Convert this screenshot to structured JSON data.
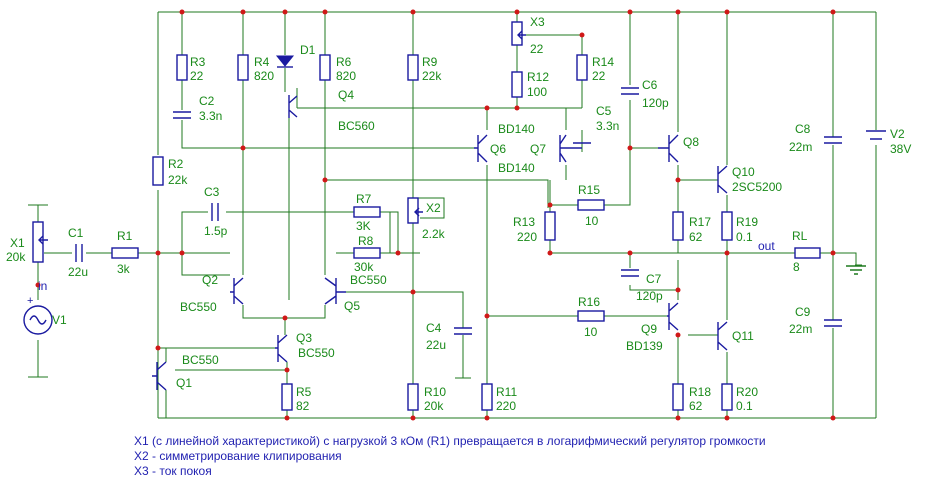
{
  "components": {
    "X1": {
      "ref": "X1",
      "value": "20k"
    },
    "V1": {
      "ref": "V1"
    },
    "C1": {
      "ref": "C1",
      "value": "22u"
    },
    "R1": {
      "ref": "R1",
      "value": "3k"
    },
    "R2": {
      "ref": "R2",
      "value": "22k"
    },
    "R3": {
      "ref": "R3",
      "value": "22"
    },
    "C2": {
      "ref": "C2",
      "value": "3.3n"
    },
    "R4": {
      "ref": "R4",
      "value": "820"
    },
    "D1": {
      "ref": "D1"
    },
    "R6": {
      "ref": "R6",
      "value": "820"
    },
    "Q4": {
      "ref": "Q4",
      "value": "BC560"
    },
    "R9": {
      "ref": "R9",
      "value": "22k"
    },
    "X3": {
      "ref": "X3",
      "value": "22"
    },
    "R12": {
      "ref": "R12",
      "value": "100"
    },
    "R14": {
      "ref": "R14",
      "value": "22"
    },
    "C5": {
      "ref": "C5",
      "value": "3.3n"
    },
    "C6": {
      "ref": "C6",
      "value": "120p"
    },
    "Q6": {
      "ref": "Q6",
      "value": "BD140"
    },
    "Q7": {
      "ref": "Q7",
      "value": "BD140"
    },
    "Q8": {
      "ref": "Q8"
    },
    "Q10": {
      "ref": "Q10",
      "value": "2SC5200"
    },
    "C8": {
      "ref": "C8",
      "value": "22m"
    },
    "V2": {
      "ref": "V2",
      "value": "38V"
    },
    "C3": {
      "ref": "C3",
      "value": "1.5p"
    },
    "R7": {
      "ref": "R7",
      "value": "3K"
    },
    "R8": {
      "ref": "R8",
      "value": "30k"
    },
    "X2": {
      "ref": "X2",
      "value": "2.2k"
    },
    "R15": {
      "ref": "R15",
      "value": "10"
    },
    "R13": {
      "ref": "R13",
      "value": "220"
    },
    "R17": {
      "ref": "R17",
      "value": "62"
    },
    "R19": {
      "ref": "R19",
      "value": "0.1"
    },
    "RL": {
      "ref": "RL",
      "value": "8"
    },
    "Q2": {
      "ref": "Q2",
      "value": "BC550"
    },
    "Q5": {
      "ref": "Q5",
      "value": "BC550"
    },
    "C7": {
      "ref": "C7",
      "value": "120p"
    },
    "R16": {
      "ref": "R16",
      "value": "10"
    },
    "Q9": {
      "ref": "Q9",
      "value": "BD139"
    },
    "Q11": {
      "ref": "Q11"
    },
    "C9": {
      "ref": "C9",
      "value": "22m"
    },
    "C4": {
      "ref": "C4",
      "value": "22u"
    },
    "Q3": {
      "ref": "Q3",
      "value": "BC550"
    },
    "Q1": {
      "ref": "Q1",
      "value": "BC550"
    },
    "R5": {
      "ref": "R5",
      "value": "82"
    },
    "R10": {
      "ref": "R10",
      "value": "20k"
    },
    "R11": {
      "ref": "R11",
      "value": "220"
    },
    "R18": {
      "ref": "R18",
      "value": "62"
    },
    "R20": {
      "ref": "R20",
      "value": "0.1"
    }
  },
  "net_labels": {
    "in": "in",
    "out": "out"
  },
  "notes": [
    "X1 (с линейной характеристикой) с нагрузкой 3 кОм (R1) превращается в логарифмический регулятор громкости",
    "X2 - симметрирование клипирования",
    "X3 - ток покоя"
  ],
  "colors": {
    "wire": "#1f7a1f",
    "label": "#1a8a1a",
    "junction": "#d01818",
    "note": "#1f1fb0",
    "device": "#1a1aa0"
  }
}
